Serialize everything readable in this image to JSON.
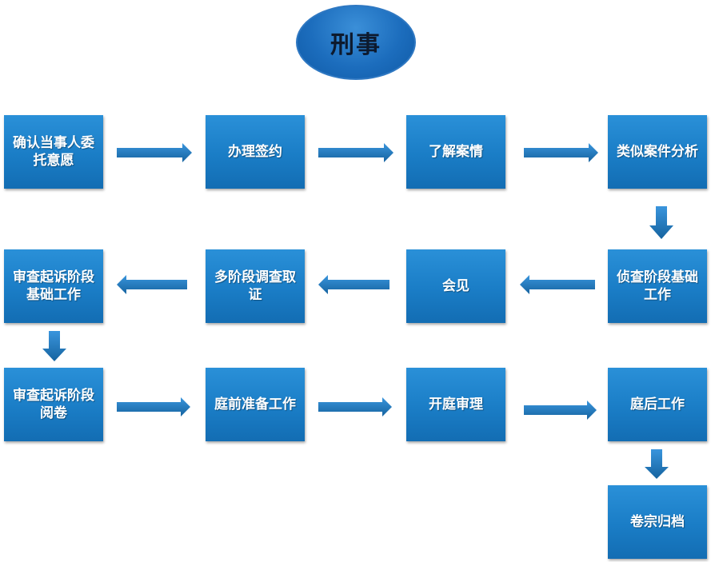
{
  "title": "刑事",
  "steps": {
    "s1": "确认当事人委托意愿",
    "s2": "办理签约",
    "s3": "了解案情",
    "s4": "类似案件分析",
    "s5": "侦查阶段基础工作",
    "s6": "会见",
    "s7": "多阶段调查取证",
    "s8": "审查起诉阶段基础工作",
    "s9": "审查起诉阶段阅卷",
    "s10": "庭前准备工作",
    "s11": "开庭审理",
    "s12": "庭后工作",
    "s13": "卷宗归档"
  },
  "colors": {
    "box": "#1a7dc6",
    "arrow": "#1a78c4",
    "oval": "#1c6dbd"
  }
}
